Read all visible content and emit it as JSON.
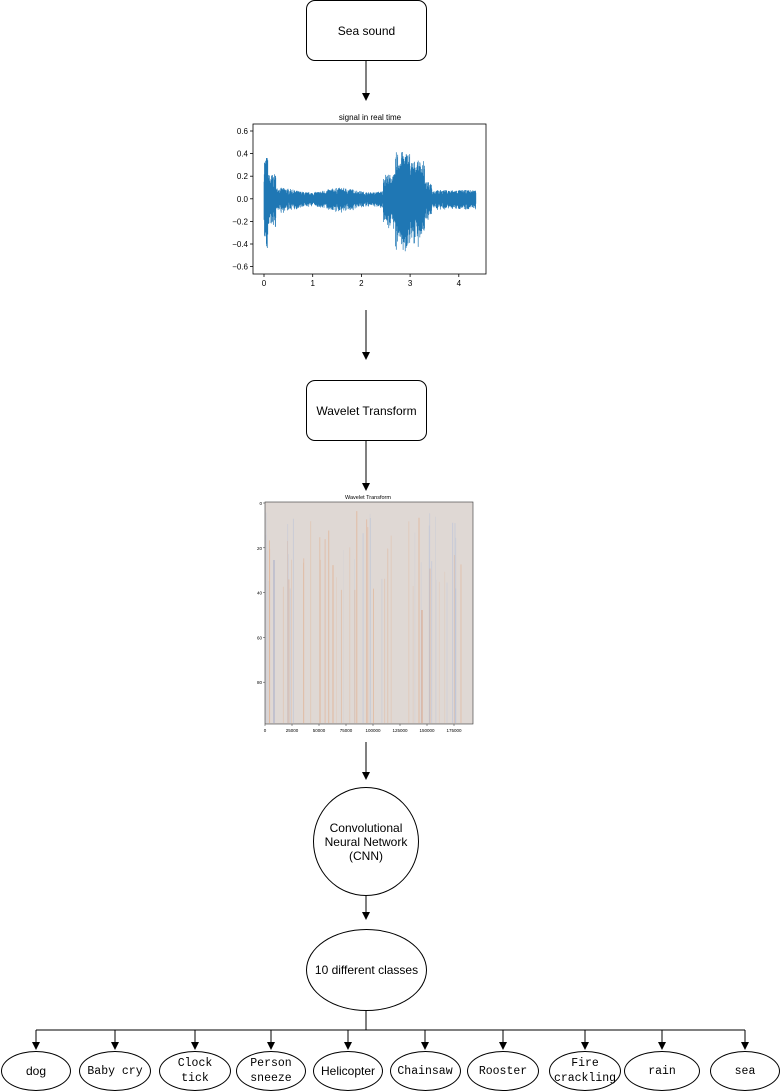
{
  "flow": {
    "sea_sound": "Sea sound",
    "wavelet": "Wavelet Transform",
    "cnn": "Convolutional Neural Network (CNN)",
    "classes": "10 different classes"
  },
  "signal_plot": {
    "title": "signal in real time",
    "line_color": "#1f77b4",
    "y_ticks": [
      "0.6",
      "0.4",
      "0.2",
      "0.0",
      "−0.2",
      "−0.4",
      "−0.6"
    ],
    "x_ticks": [
      "0",
      "1",
      "2",
      "3",
      "4"
    ]
  },
  "wavelet_plot": {
    "title": "Wavelet Transform",
    "background_color": "#dfd8d4",
    "y_ticks": [
      "0",
      "20",
      "40",
      "60",
      "80"
    ],
    "x_ticks": [
      "0",
      "25000",
      "50000",
      "75000",
      "100000",
      "125000",
      "150000",
      "175000"
    ]
  },
  "class_labels": [
    "dog",
    "Baby cry",
    "Clock tick",
    "Person sneeze",
    "Helicopter",
    "Chainsaw",
    "Rooster",
    "Fire crackling",
    "rain",
    "sea"
  ]
}
